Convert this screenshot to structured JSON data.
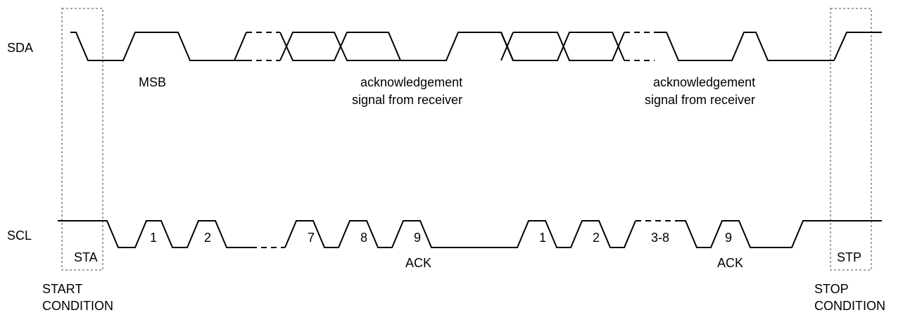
{
  "signals": {
    "sda": "SDA",
    "scl": "SCL"
  },
  "annotations": {
    "msb": "MSB",
    "ack_signal_1": [
      "acknowledgement",
      "signal from receiver"
    ],
    "ack_signal_2": [
      "acknowledgement",
      "signal from receiver"
    ],
    "start_condition": [
      "START",
      "CONDITION"
    ],
    "stop_condition": [
      "STOP",
      "CONDITION"
    ]
  },
  "scl_labels": {
    "sta": "STA",
    "pulse_1a": "1",
    "pulse_2a": "2",
    "pulse_7": "7",
    "pulse_8": "8",
    "pulse_9a": "9",
    "ack_1": "ACK",
    "pulse_1b": "1",
    "pulse_2b": "2",
    "pulse_3_8": "3-8",
    "pulse_9b": "9",
    "ack_2": "ACK",
    "stp": "STP"
  }
}
